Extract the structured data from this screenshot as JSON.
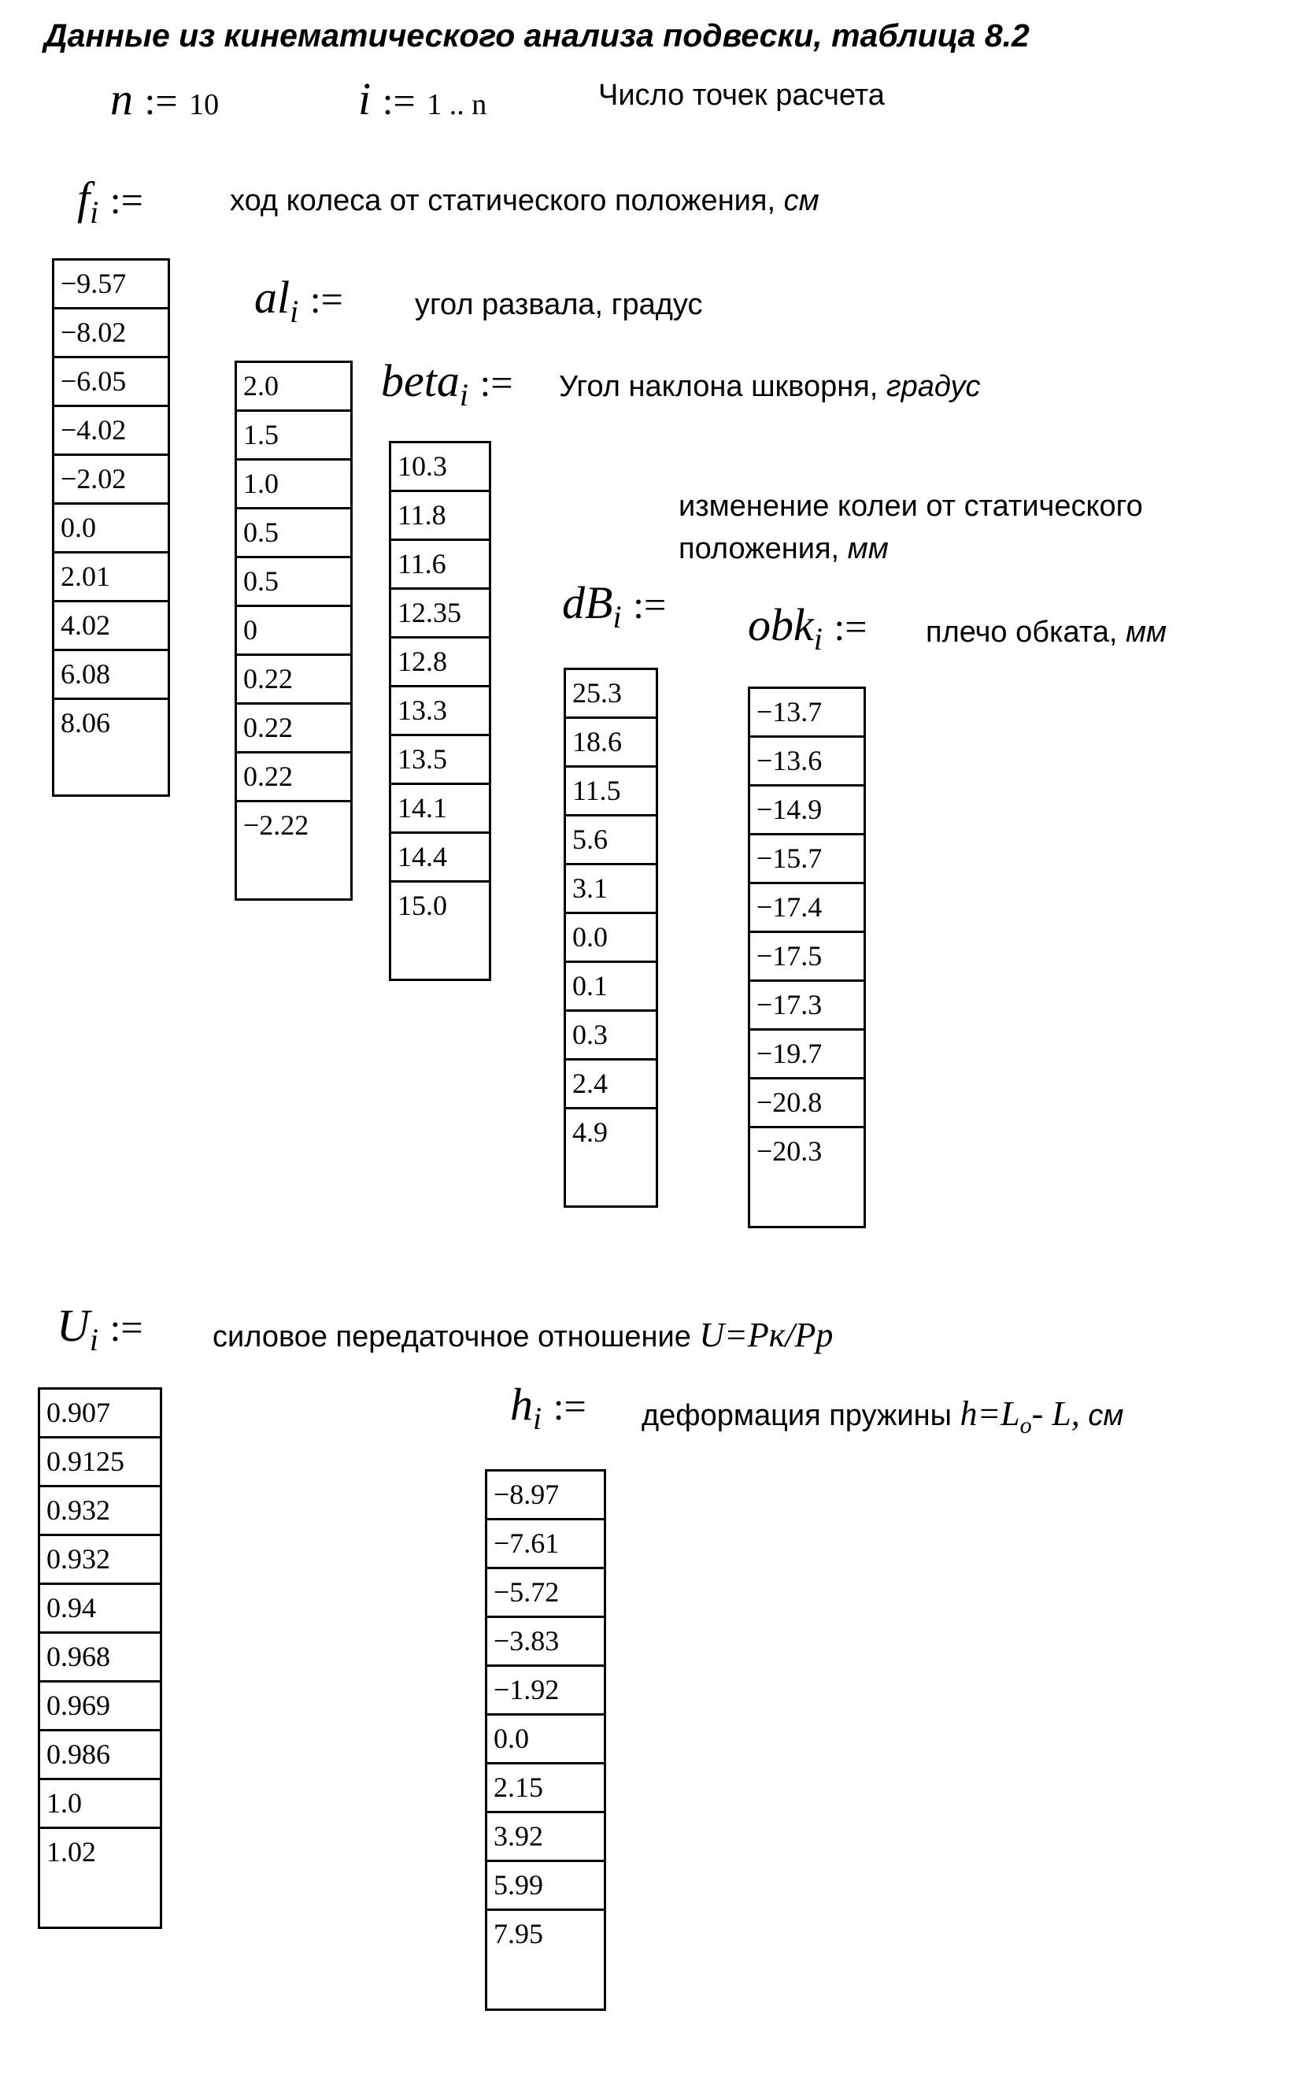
{
  "title": "Данные из кинематического анализа подвески, таблица 8.2",
  "n_def": {
    "var": "n",
    "op": ":=",
    "value": "10"
  },
  "i_def": {
    "var": "i",
    "op": ":=",
    "range": "1 .. n",
    "desc": "Число точек расчета"
  },
  "f": {
    "var": "f",
    "sub": "i",
    "op": ":=",
    "desc": "ход колеса от статического положения,",
    "unit": "см",
    "values": [
      "−9.57",
      "−8.02",
      "−6.05",
      "−4.02",
      "−2.02",
      "0.0",
      "2.01",
      "4.02",
      "6.08",
      "8.06"
    ]
  },
  "al": {
    "var": "al",
    "sub": "i",
    "op": ":=",
    "desc": "угол развала, градус",
    "values": [
      "2.0",
      "1.5",
      "1.0",
      "0.5",
      "0.5",
      "0",
      "0.22",
      "0.22",
      "0.22",
      "−2.22"
    ]
  },
  "beta": {
    "var": "beta",
    "sub": "i",
    "op": ":=",
    "desc": "Угол наклона шкворня,",
    "unit": "градус",
    "values": [
      "10.3",
      "11.8",
      "11.6",
      "12.35",
      "12.8",
      "13.3",
      "13.5",
      "14.1",
      "14.4",
      "15.0"
    ]
  },
  "dB": {
    "var": "dB",
    "sub": "i",
    "op": ":=",
    "desc_line1": "изменение колеи от статического",
    "desc_line2": "положения,",
    "unit": "мм",
    "values": [
      "25.3",
      "18.6",
      "11.5",
      "5.6",
      "3.1",
      "0.0",
      "0.1",
      "0.3",
      "2.4",
      "4.9"
    ]
  },
  "obk": {
    "var": "obk",
    "sub": "i",
    "op": ":=",
    "desc": "плечо обката,",
    "unit": "мм",
    "values": [
      "−13.7",
      "−13.6",
      "−14.9",
      "−15.7",
      "−17.4",
      "−17.5",
      "−17.3",
      "−19.7",
      "−20.8",
      "−20.3"
    ]
  },
  "U": {
    "var": "U",
    "sub": "i",
    "op": ":=",
    "desc": "силовое передаточное отношение",
    "formula": "U=Pк/Pp",
    "values": [
      "0.907",
      "0.9125",
      "0.932",
      "0.932",
      "0.94",
      "0.968",
      "0.969",
      "0.986",
      "1.0",
      "1.02"
    ]
  },
  "h": {
    "var": "h",
    "sub": "i",
    "op": ":=",
    "desc": "деформация пружины",
    "formula_h": "h=L",
    "formula_sub": "o",
    "formula_rest": "- L,",
    "unit": "см",
    "values": [
      "−8.97",
      "−7.61",
      "−5.72",
      "−3.83",
      "−1.92",
      "0.0",
      "2.15",
      "3.92",
      "5.99",
      "7.95"
    ]
  }
}
